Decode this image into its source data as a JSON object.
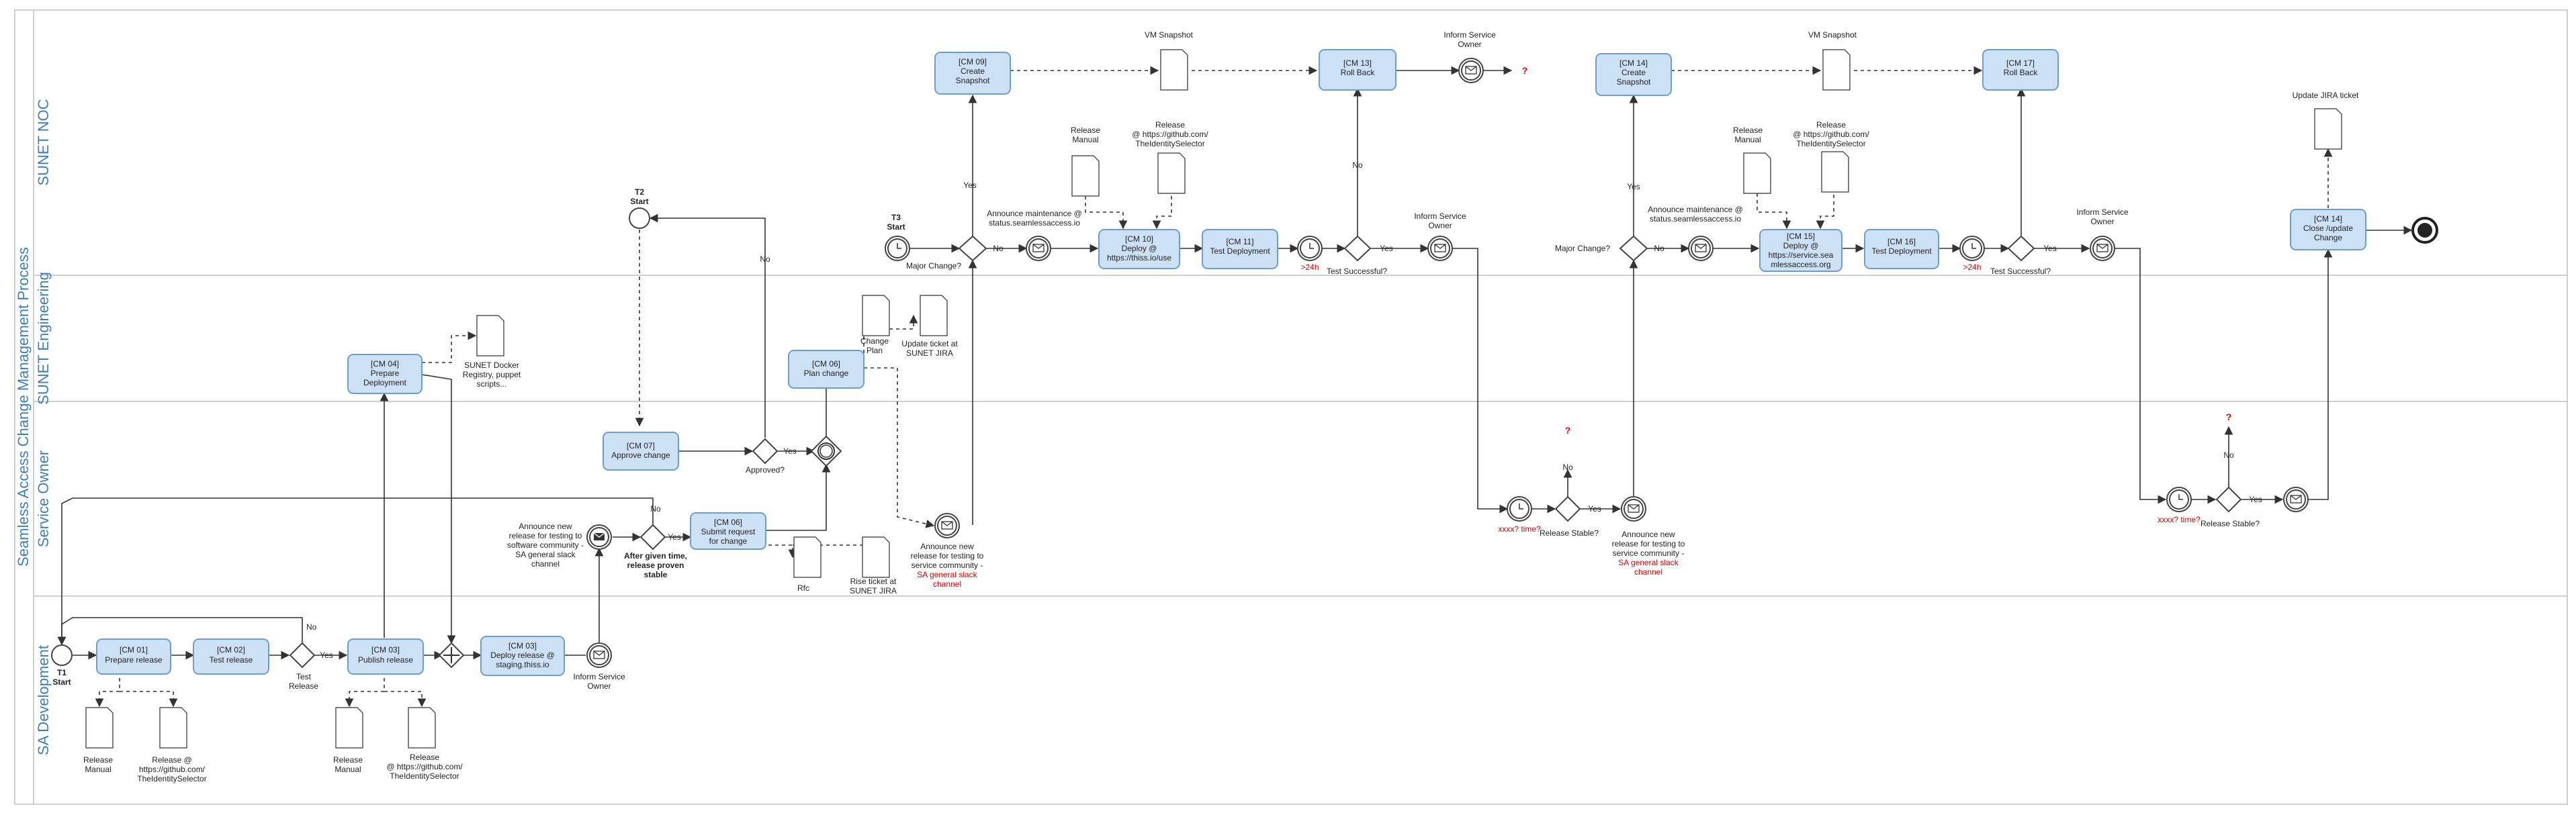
{
  "diagram": {
    "pool_title": "Seamless Access Change Management Process",
    "lanes": [
      "SUNET NOC",
      "SUNET Engineering",
      "Service Owner",
      "SA Development"
    ]
  },
  "tasks": {
    "cm01": [
      "[CM 01]",
      "Prepare release"
    ],
    "cm02": [
      "[CM 02]",
      "Test release"
    ],
    "cm03": [
      "[CM 03]",
      "Publish release"
    ],
    "cm03b": [
      "[CM 03]",
      "Deploy release @",
      "staging.thiss.io"
    ],
    "cm04": [
      "[CM 04]",
      "Prepare",
      "Deployment"
    ],
    "cm06": [
      "[CM 06]",
      "Submit request",
      "for change"
    ],
    "cm06b": [
      "[CM 06]",
      "Plan change"
    ],
    "cm07": [
      "[CM 07]",
      "Approve change"
    ],
    "cm09": [
      "[CM 09]",
      "Create",
      "Snapshot"
    ],
    "cm10": [
      "[CM 10]",
      "Deploy @",
      "https://thiss.io/use"
    ],
    "cm11": [
      "[CM 11]",
      "Test Deployment"
    ],
    "cm13": [
      "[CM 13]",
      "Roll Back"
    ],
    "cm14a": [
      "[CM 14]",
      "Create",
      "Snapshot"
    ],
    "cm15": [
      "[CM 15]",
      "Deploy @",
      "https://service.sea",
      "mlessaccess.org"
    ],
    "cm16": [
      "[CM 16]",
      "Test Deployment"
    ],
    "cm17": [
      "[CM 17]",
      "Roll Back"
    ],
    "cm14b": [
      "[CM 14]",
      "Close /update",
      "Change"
    ]
  },
  "labels": {
    "t1_start": [
      "T1",
      "Start"
    ],
    "t2_start": [
      "T2",
      "Start"
    ],
    "t3_start": [
      "T3",
      "Start"
    ],
    "test_release": [
      "Test",
      "Release"
    ],
    "yes": "Yes",
    "no": "No",
    "approved": "Approved?",
    "major_change": "Major Change?",
    "test_successful": "Test Successful?",
    "release_stable": "Release Stable?",
    "after_given_time": [
      "After given time,",
      "release proven",
      "stable"
    ],
    "announce_release_testing": [
      "Announce new",
      "release for testing to",
      "software community -",
      "SA general slack",
      "channel"
    ],
    "announce_release_service": [
      "Announce new",
      "release for testing to",
      "service community -"
    ],
    "sa_slack_red": [
      "SA general slack",
      "channel"
    ],
    "announce_maintenance": [
      "Announce maintenance @",
      "status.seamlessaccess.io"
    ],
    "inform_service_owner": [
      "Inform Service",
      "Owner"
    ],
    "vm_snapshot": "VM Snapshot",
    "release_manual": [
      "Release",
      "Manual"
    ],
    "release_github": [
      "Release",
      "@ https://github.com/",
      "TheIdentitySelector"
    ],
    "release_github_dev": [
      "Release @",
      "https://github.com/",
      "TheIdentitySelector"
    ],
    "release_github_dev2": [
      "Release",
      "@ https://github.com/",
      "TheIdentitySelector"
    ],
    "sunet_docker": [
      "SUNET Docker",
      "Registry, puppet",
      "scripts..."
    ],
    "change_plan": [
      "Change",
      "Plan"
    ],
    "update_ticket": [
      "Update ticket at",
      "SUNET JIRA"
    ],
    "rfc": "Rfc",
    "raise_ticket": [
      "Rise ticket at",
      "SUNET JIRA"
    ],
    "update_jira": "Update JIRA ticket",
    "timer_24h": ">24h",
    "timer_xxxx": "xxxx? time?",
    "question": "?"
  },
  "colors": {
    "lane_title": "#3a7fc1",
    "task_fill": "#cde1f5",
    "task_stroke": "#6d9ecf",
    "alert": "#e00000"
  },
  "icons": [
    "start-event-icon",
    "timer-event-icon",
    "message-event-icon",
    "gateway-icon",
    "document-icon",
    "end-event-icon"
  ]
}
